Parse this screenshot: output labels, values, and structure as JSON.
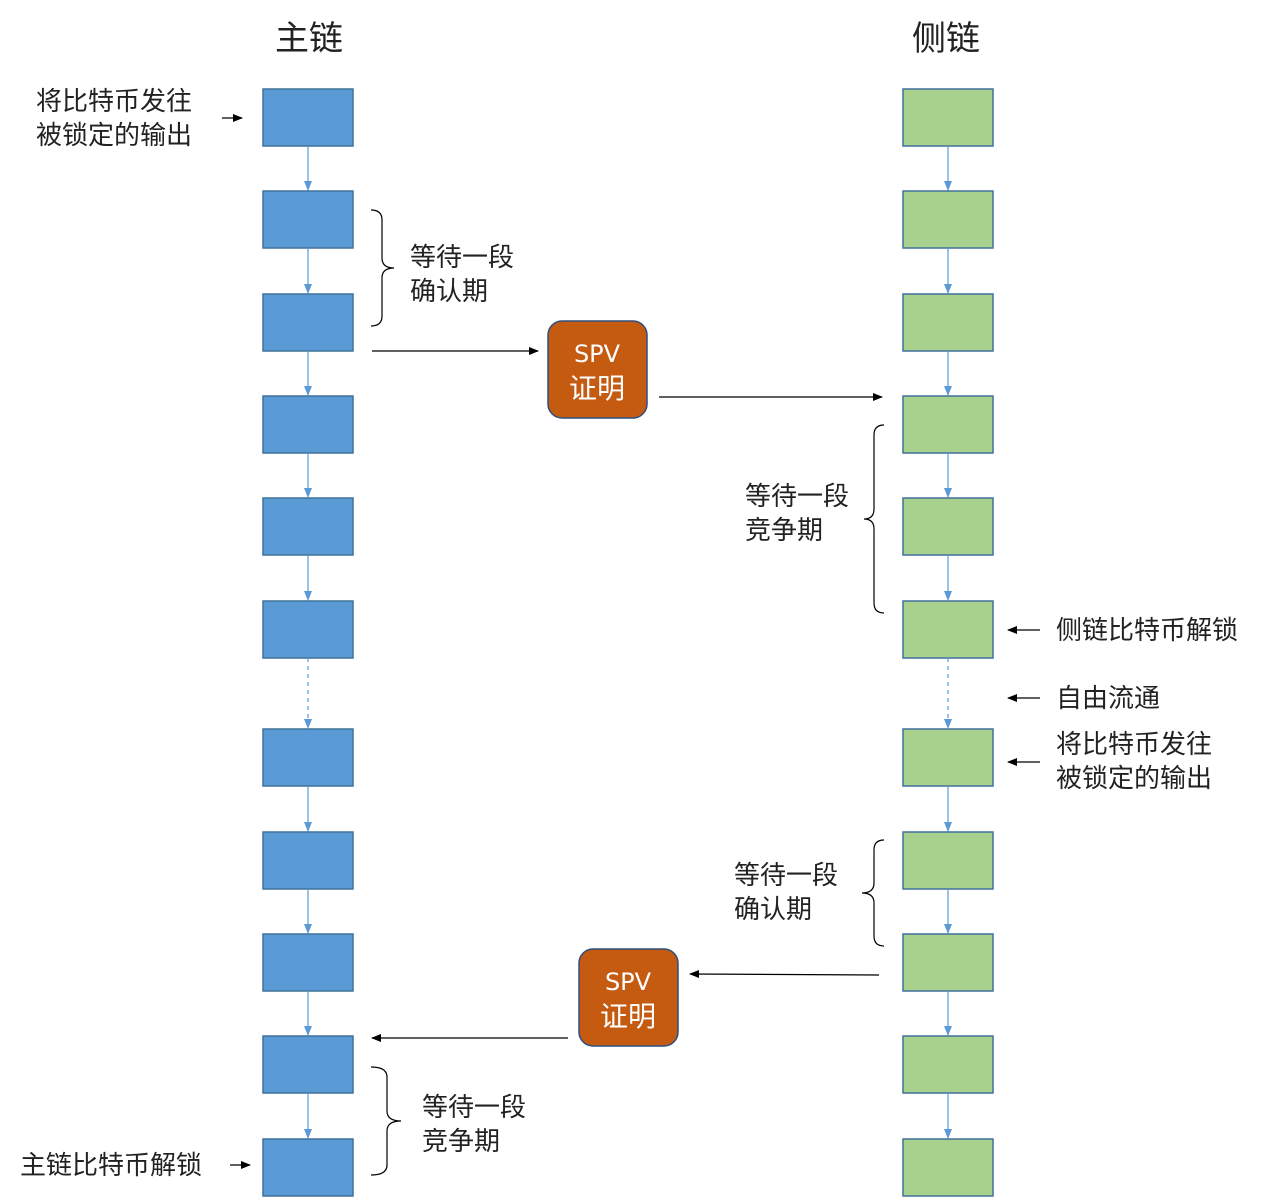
{
  "colors": {
    "main_block": "#5B9BD5",
    "main_block_border": "#41719C",
    "side_block": "#A9D18E",
    "side_block_border": "#41719C",
    "spv_fill": "#C55A11",
    "spv_border": "#2F4F7F",
    "chain_arrow": "#5B9BD5",
    "connector": "#000000"
  },
  "titles": {
    "main_chain": "主链",
    "side_chain": "侧链"
  },
  "spv_boxes": [
    {
      "line1": "SPV",
      "line2": "证明"
    },
    {
      "line1": "SPV",
      "line2": "证明"
    }
  ],
  "labels": {
    "main_send_lock": [
      "将比特币发往",
      "被锁定的输出"
    ],
    "main_confirm_wait": [
      "等待一段",
      "确认期"
    ],
    "side_contest_wait": [
      "等待一段",
      "竞争期"
    ],
    "side_unlock": "侧链比特币解锁",
    "side_free_flow": "自由流通",
    "side_send_lock": [
      "将比特币发往",
      "被锁定的输出"
    ],
    "side_confirm_wait": [
      "等待一段",
      "确认期"
    ],
    "main_contest_wait": [
      "等待一段",
      "竞争期"
    ],
    "main_unlock": "主链比特币解锁"
  },
  "chains": {
    "main_block_count": 11,
    "side_block_count": 11,
    "dashed_gap_after_block": 6
  }
}
